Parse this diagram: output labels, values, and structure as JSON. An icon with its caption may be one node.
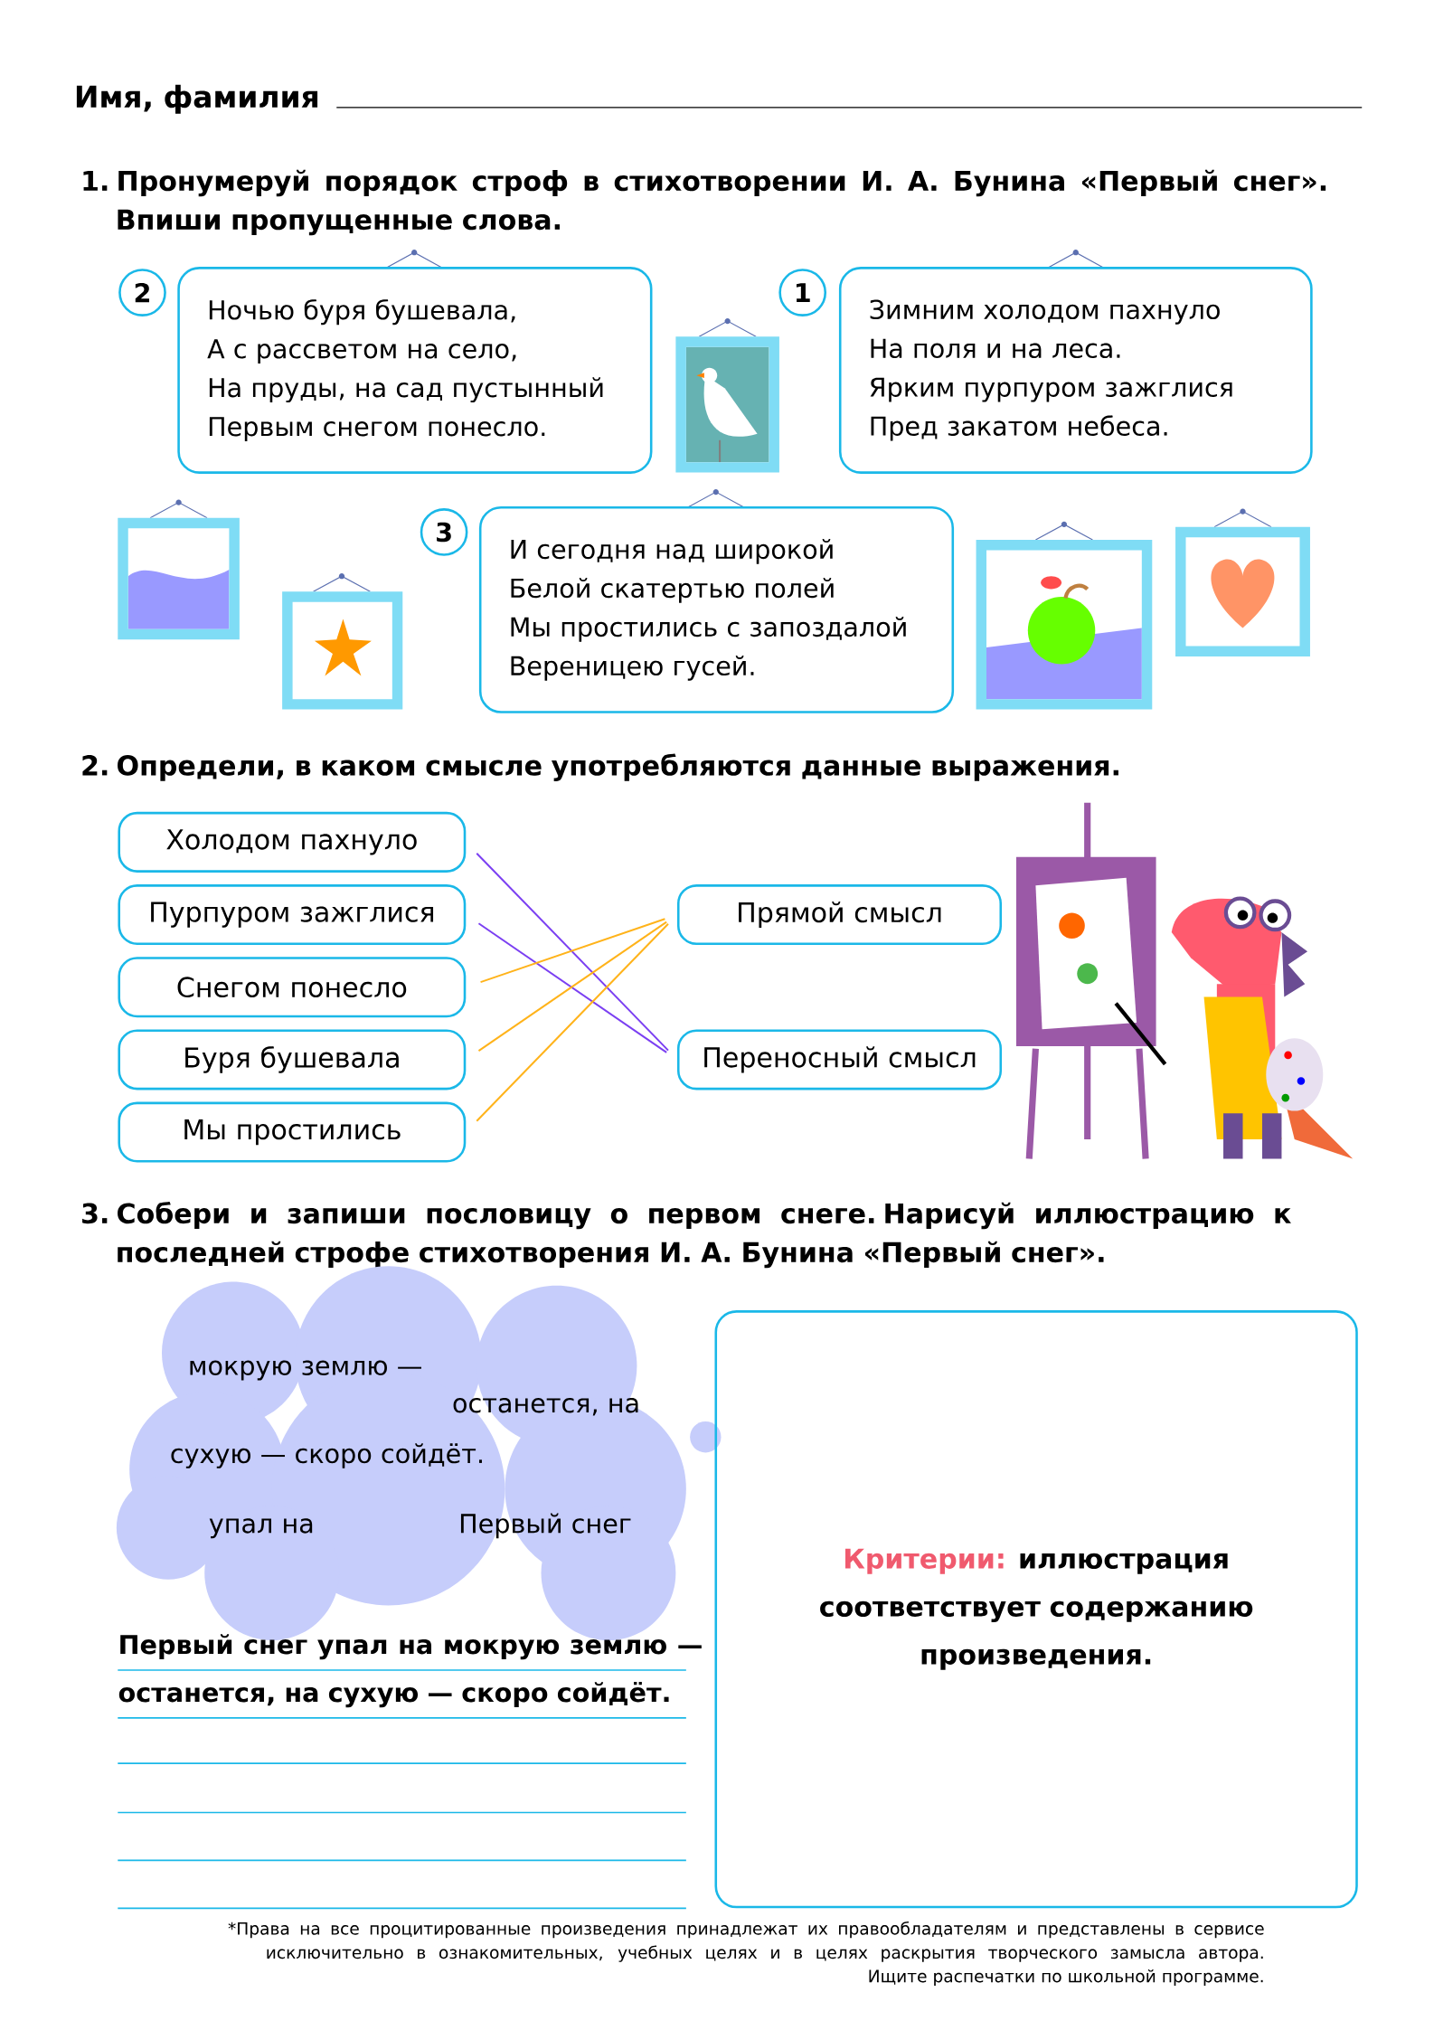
{
  "diagram": {
    "nodes": [
      {
        "text": [
          "2"
        ]
      },
      {
        "text": [
          "Ночью буря бушевала,",
          "А с рассветом на село,",
          "На пруды, на сад пустынный",
          "Первым снегом понесло."
        ]
      },
      {
        "text": [
          "1"
        ]
      },
      {
        "text": [
          "Зимним холодом пахнуло",
          "На поля и на леса.",
          "Ярким пурпуром зажглися",
          "Пред закатом небеса."
        ]
      },
      {
        "text": [
          "3"
        ]
      },
      {
        "text": [
          "И сегодня над широкой",
          "Белой скатертью полей",
          "Мы простились с запоздалой",
          "Вереницею гусей."
        ]
      },
      {
        "text": [
          "Холодом пахнуло"
        ]
      },
      {
        "text": [
          "Пурпуром зажглися"
        ]
      },
      {
        "text": [
          "Снегом понесло"
        ]
      },
      {
        "text": [
          "Буря бушевала"
        ]
      },
      {
        "text": [
          "Мы простились"
        ]
      },
      {
        "text": [
          "Прямой смысл"
        ]
      },
      {
        "text": [
          "Переносный смысл"
        ]
      },
      {
        "text": [
          "мокрую землю —",
          "останется, на",
          "сухую — скоро сойдёт.",
          "упал на",
          "Первый снег"
        ]
      },
      {
        "text": [
          "Критерии:",
          "иллюстрация соответствует содержанию произведения."
        ]
      }
    ],
    "edges": [
      {
        "from": 6,
        "to": 12,
        "arrow": "none",
        "color": "#7b3ff2"
      },
      {
        "from": 7,
        "to": 12,
        "arrow": "none",
        "color": "#7b3ff2"
      },
      {
        "from": 8,
        "to": 11,
        "arrow": "none"
      },
      {
        "from": 9,
        "to": 11,
        "arrow": "none"
      },
      {
        "from": 10,
        "to": 11,
        "arrow": "none"
      }
    ],
    "labels": [
      "Имя, фамилия",
      "1. Пронумеруй порядок строф в стихотворении И. А. Бунина «Первый снег». Впиши пропущенные слова.",
      "2. Определи, в каком смысле употребляются данные выражения.",
      "3. Собери и запиши пословицу о первом снеге. Нарисуй иллюстрацию к последней строфе стихотворения И. А. Бунина «Первый снег».",
      "Первый снег упал на мокрую землю — останется, на сухую — скоро сойдёт.",
      "*Права на все процитированные произведения принадлежат их правообладателям и представлены в сервисе исключительно в ознакомительных, учебных целях и в целях раскрытия творческого замысла автора.",
      "Ищите распечатки по школьной программе."
    ]
  }
}
